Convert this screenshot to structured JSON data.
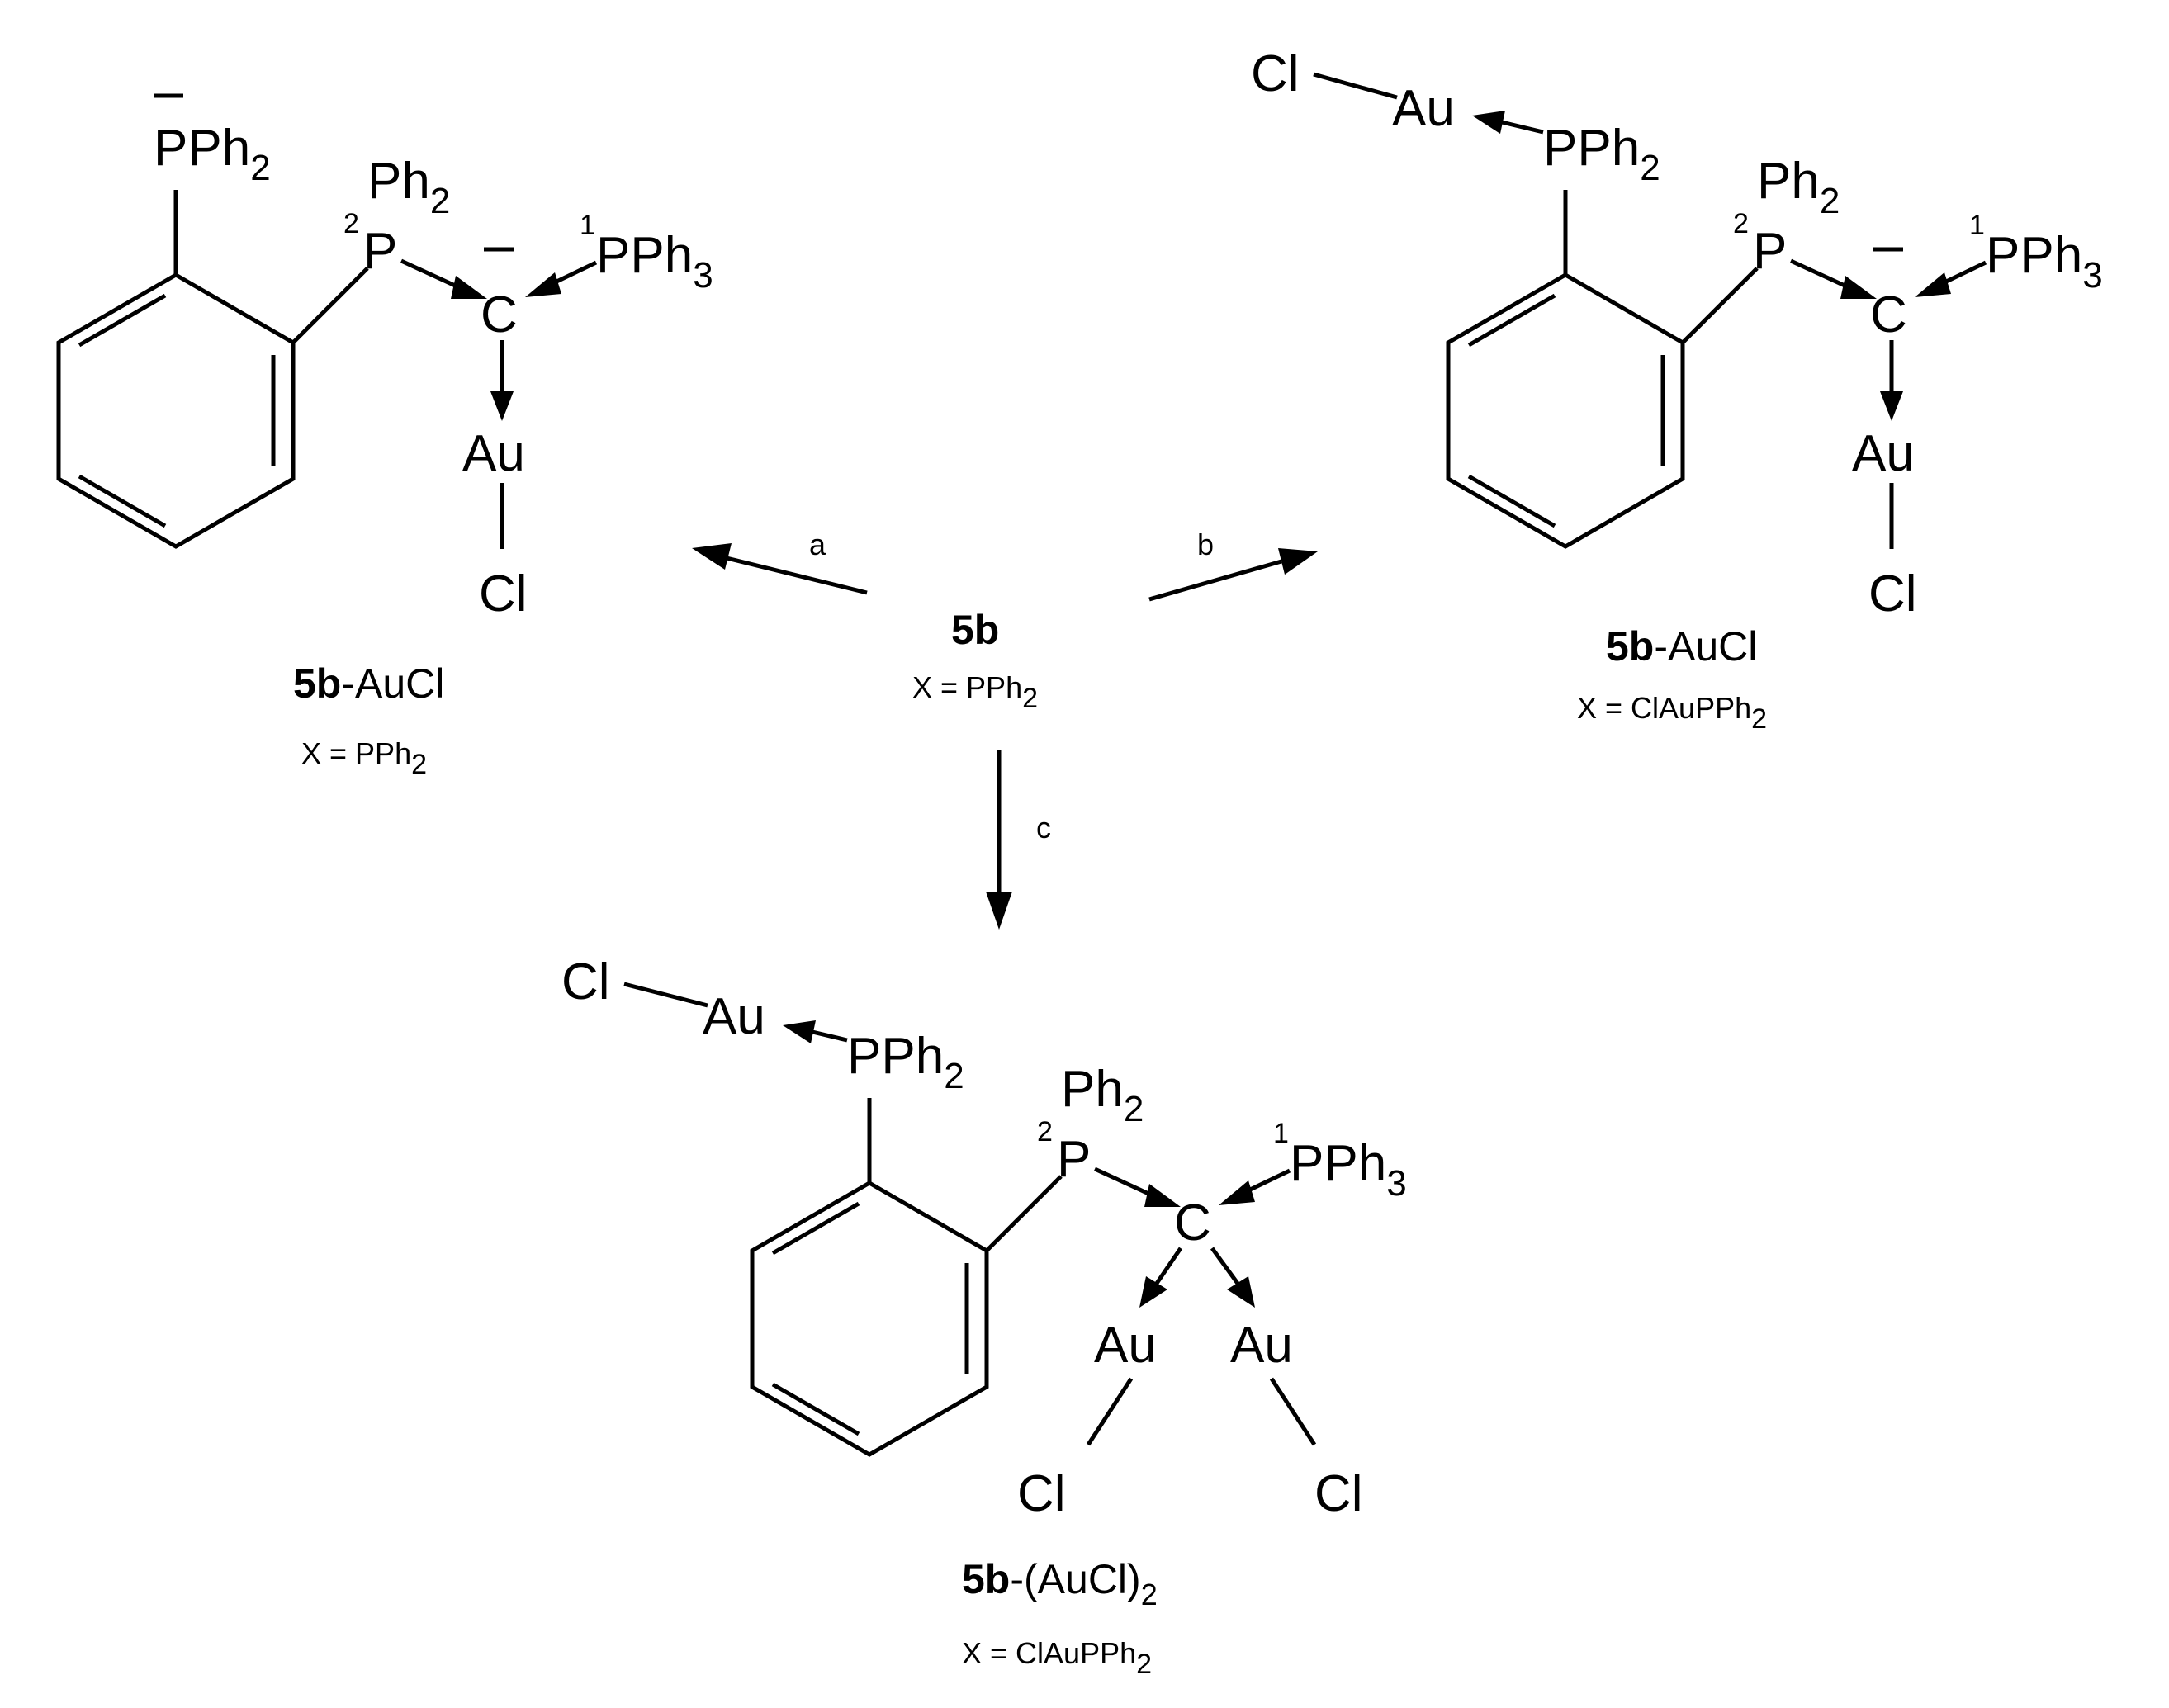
{
  "atoms": {
    "pph2": "PPh",
    "pph3": "PPh",
    "ph2": "Ph",
    "p": "P",
    "c": "C",
    "au": "Au",
    "cl": "Cl",
    "sub2": "2",
    "sub3": "3",
    "label1": "1",
    "label2": "2",
    "charge": "−"
  },
  "reactant": {
    "id": "5b",
    "x_prefix": "X = PPh",
    "x_sub": "2"
  },
  "conditions": {
    "a": "a",
    "b": "b",
    "c": "c"
  },
  "products": {
    "a": {
      "id": "5b",
      "suffix": "-AuCl",
      "x_prefix": "X = PPh",
      "x_sub": "2"
    },
    "b": {
      "id": "5b",
      "suffix": "-AuCl",
      "x_prefix": "X = ClAuPPh",
      "x_sub": "2"
    },
    "c": {
      "id": "5b",
      "suffix": "-(AuCl)",
      "suffix_sub": "2",
      "x_prefix": "X = ClAuPPh",
      "x_sub": "2"
    }
  }
}
